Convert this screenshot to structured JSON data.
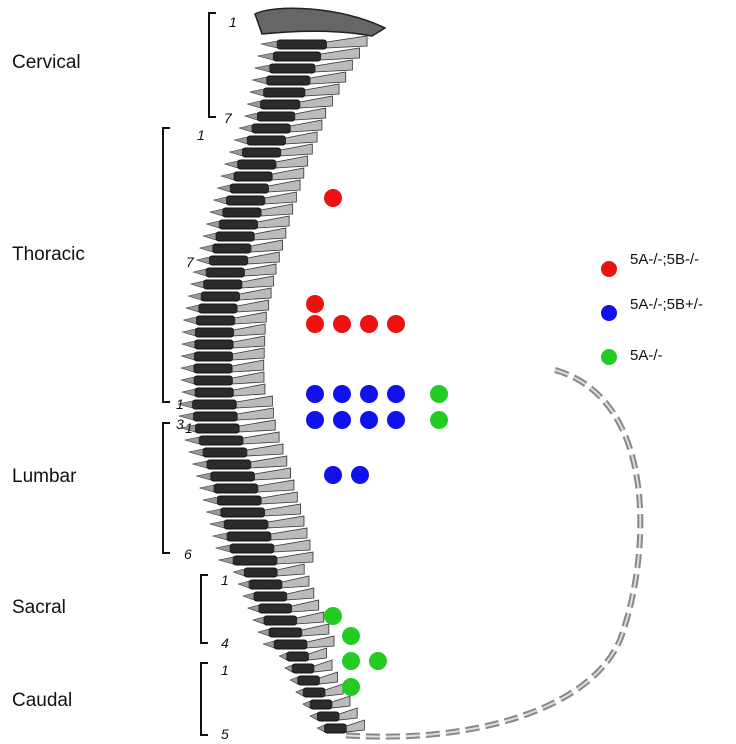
{
  "regions": {
    "cervical": "Cervical",
    "thoracic": "Thoracic",
    "lumbar": "Lumbar",
    "sacral": "Sacral",
    "caudal": "Caudal"
  },
  "numbers": {
    "cervical_start": "1",
    "cervical_end": "7",
    "thoracic_start": "1",
    "thoracic_mid": "7",
    "thoracic_end": "1",
    "thoracic_end_alt": "3",
    "lumbar_start": "1",
    "lumbar_end": "6",
    "sacral_start": "1",
    "sacral_end": "4",
    "caudal_start": "1",
    "caudal_end": "5"
  },
  "legend": [
    {
      "label": "5A-/-;5B-/-",
      "color": "#ee1111"
    },
    {
      "label": "5A-/-;5B+/-",
      "color": "#1111ee"
    },
    {
      "label": "5A-/-",
      "color": "#22cc22"
    }
  ],
  "genotype_marks": {
    "5A-/-;5B-/-": [
      "T3",
      "T10",
      "T11",
      "T11",
      "T11",
      "T11"
    ],
    "5A-/-;5B+/-": [
      "T14",
      "T14",
      "T14",
      "T14",
      "L1",
      "L1",
      "L1",
      "L1",
      "L3",
      "L3"
    ],
    "5A-/-": [
      "T14",
      "L1",
      "S2",
      "S3",
      "Ca1",
      "Ca1",
      "Ca2"
    ]
  }
}
